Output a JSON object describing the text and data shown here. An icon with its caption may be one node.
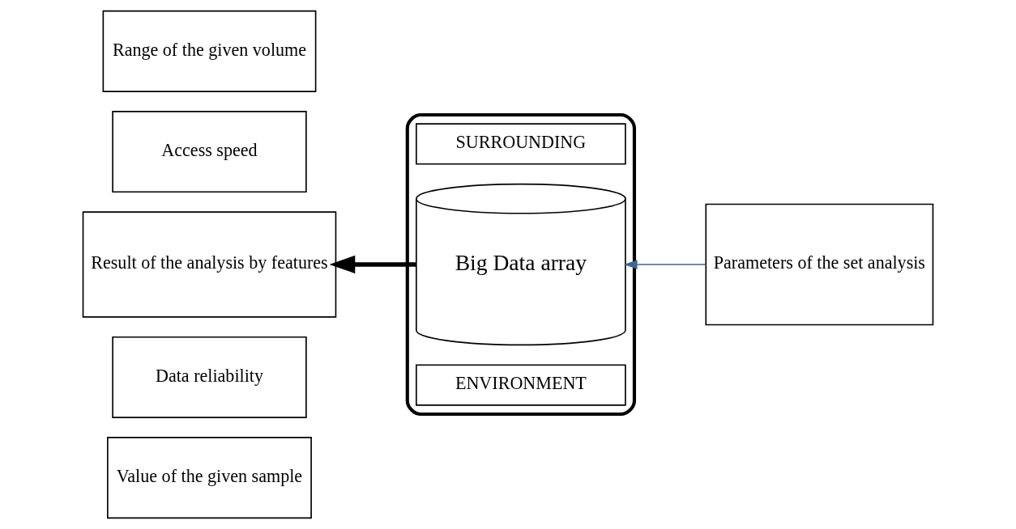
{
  "diagram": {
    "nodes": [
      {
        "text": [
          "Value of the given sample"
        ]
      },
      {
        "text": [
          "Data reliability"
        ]
      },
      {
        "text": [
          "Result of the analysis by features"
        ]
      },
      {
        "text": [
          "Access speed"
        ]
      },
      {
        "text": [
          "Range of the given volume"
        ]
      },
      {
        "text": [],
        "shape": "star"
      },
      {
        "text": [
          "SURROUNDING"
        ],
        "in": 5
      },
      {
        "text": [
          "Big Data array"
        ],
        "in": 5
      },
      {
        "text": [
          "ENVIRONMENT"
        ],
        "in": 5
      },
      {
        "text": [
          "Parameters of the set analysis"
        ]
      }
    ],
    "edges": [
      {
        "from": 7,
        "to": 2,
        "arrow": "to",
        "style": "thick"
      },
      {
        "from": 9,
        "to": 7,
        "arrow": "to",
        "color": "#41648f"
      }
    ]
  }
}
